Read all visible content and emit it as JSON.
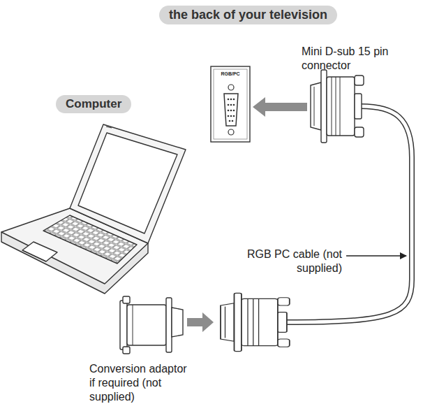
{
  "diagram": {
    "title": "the back of your television",
    "nodes": [
      {
        "text": [
          "Computer"
        ]
      }
    ],
    "labels": [
      "Mini D-sub 15 pin connector",
      "RGB PC cable (not supplied)",
      "Conversion adaptor if required (not supplied)",
      "RGB/PC"
    ]
  }
}
